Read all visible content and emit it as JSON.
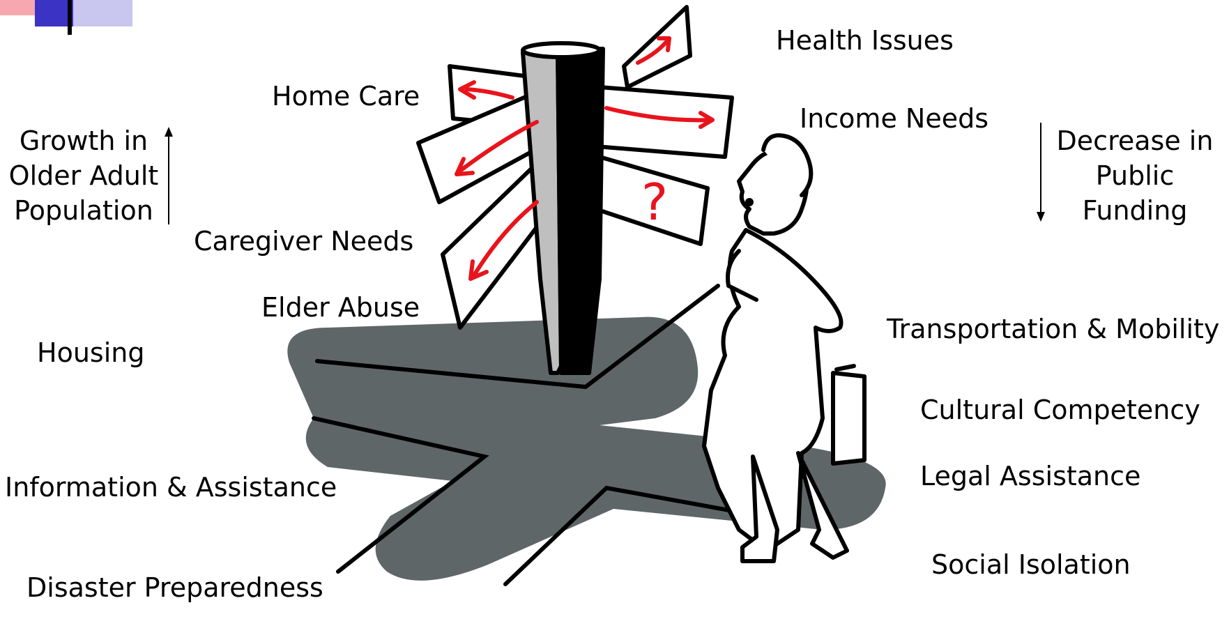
{
  "corner_logo_colors": [
    "#3a33c4",
    "#c9c6f0",
    "#f6a7b0"
  ],
  "labels": {
    "health_issues": "Health Issues",
    "home_care": "Home Care",
    "income_needs": "Income Needs",
    "caregiver_needs": "Caregiver Needs",
    "elder_abuse": "Elder Abuse",
    "housing": "Housing",
    "transportation": "Transportation & Mobility",
    "cultural_competency": "Cultural Competency",
    "information_assistance": "Information & Assistance",
    "legal_assistance": "Legal Assistance",
    "social_isolation": "Social Isolation",
    "disaster_preparedness": "Disaster Preparedness"
  },
  "left_note": {
    "lines": [
      "Growth in",
      "Older Adult",
      "Population"
    ],
    "arrow": "up"
  },
  "right_note": {
    "lines": [
      "Decrease in",
      "Public",
      "Funding"
    ],
    "arrow": "down"
  },
  "sign_mark": "?",
  "colors": {
    "road": "#5f6668",
    "arrow": "#e8141c",
    "post_light": "#bfbfbf"
  }
}
